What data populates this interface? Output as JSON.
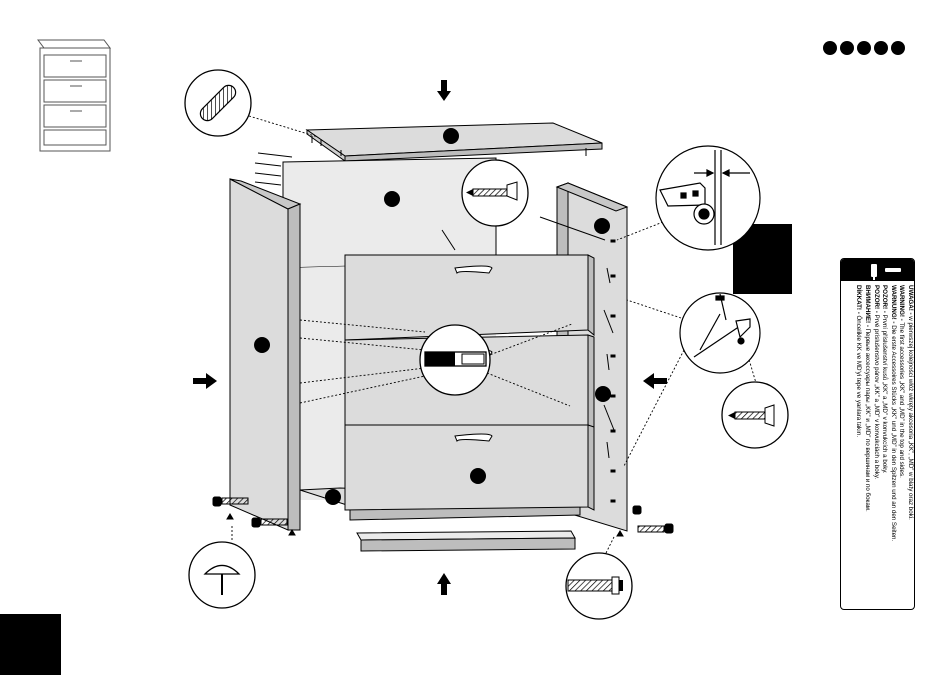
{
  "step_dots": {
    "count": 5
  },
  "warning": {
    "lines": [
      {
        "label": "UWAGA! -",
        "text": "w pierwszej kolejności włóż wkręty akcesoria „KK”, „MD” w blaty oraz boki."
      },
      {
        "label": "WARNING! -",
        "text": "The first accessories „KK” and „MD” in the top and sides."
      },
      {
        "label": "WARNUNG! -",
        "text": "Die erste Accessoires Stücks „KK” und „MD” in den Spitzen und an den Seiten."
      },
      {
        "label": "POZOR! -",
        "text": "První příslušenství kusů „KK” a „MD” v konvukcích a boky."
      },
      {
        "label": "POZOR! -",
        "text": "Prvé príslušenstvo párov „KK” a „MD” v konvukciách a boky."
      },
      {
        "label": "ВНИМАНИЕ! -",
        "text": "Первые аксессуары пары „KK” и „MD” по вершинам и по бокам."
      },
      {
        "label": "DİKKAT! -",
        "text": "Öncelikle KK ve MD'yi tepe ve yanlara takın."
      }
    ]
  },
  "colors": {
    "panel": "#dcdcdc",
    "panel_light": "#ebebeb",
    "line": "#000000",
    "fill_dark": "#000000"
  },
  "icons": [
    "dresser-thumbnail-icon",
    "dowel-icon",
    "screw-icon",
    "cam-lock-icon",
    "bolt-icon",
    "foot-glide-icon",
    "arrow-down-icon",
    "arrow-up-icon",
    "arrow-right-icon",
    "arrow-left-icon"
  ]
}
